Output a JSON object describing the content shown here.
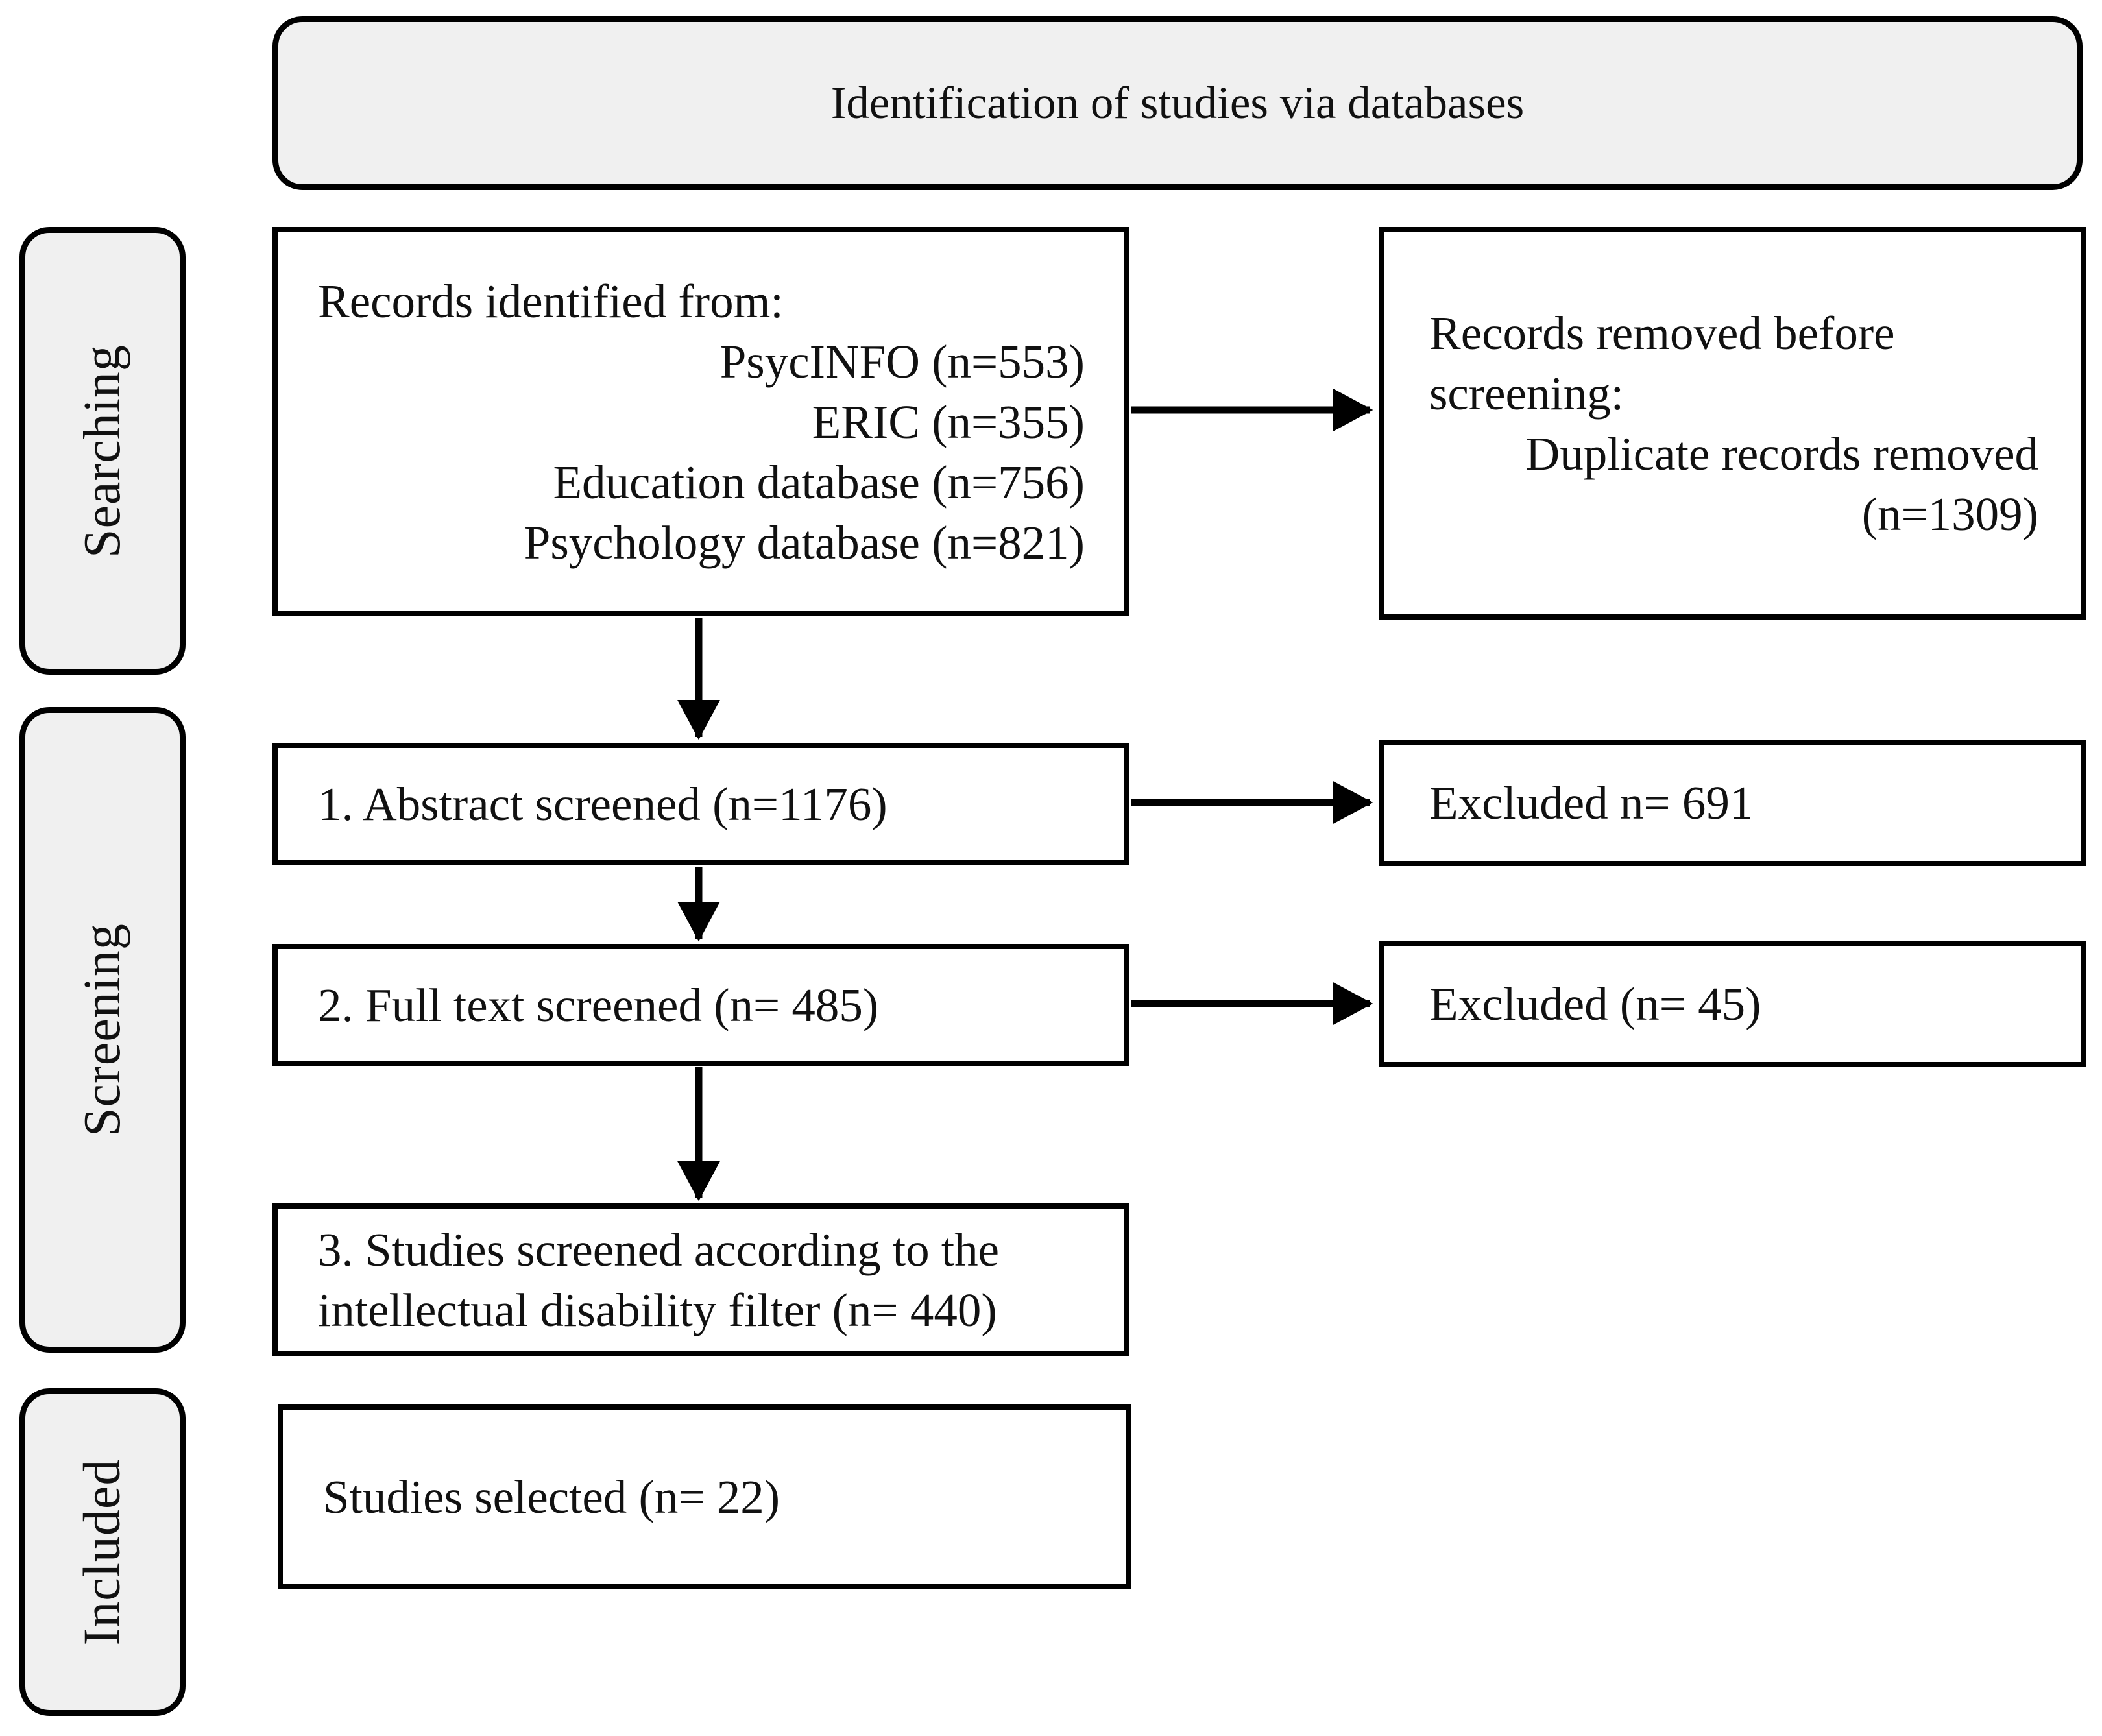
{
  "header": {
    "title": "Identification of studies via databases"
  },
  "stages": [
    "Searching",
    "Screening",
    "Included"
  ],
  "boxes": {
    "records_identified": {
      "intro": "Records identified from:",
      "sources": [
        "PsycINFO (n=553)",
        "ERIC (n=355)",
        "Education database (n=756)",
        "Psychology database (n=821)"
      ]
    },
    "records_removed": {
      "heading": "Records removed before screening:",
      "reason": "Duplicate records removed",
      "count": "(n=1309)"
    },
    "abstract_screened": {
      "label": "1. Abstract screened (n=1176)"
    },
    "excluded_after_abstract": {
      "label": "Excluded n= 691"
    },
    "full_text_screened": {
      "label": "2. Full text screened (n= 485)"
    },
    "excluded_after_full_text": {
      "label": "Excluded (n= 45)"
    },
    "disability_filter": {
      "label": "3. Studies screened according to the intellectual disability filter (n= 440)"
    },
    "studies_selected": {
      "label": "Studies selected (n= 22)"
    }
  },
  "colors": {
    "background": "#ffffff",
    "box_fill": "#ffffff",
    "shaded_fill": "#f0f0f0",
    "line": "#000000",
    "text": "#111111"
  }
}
